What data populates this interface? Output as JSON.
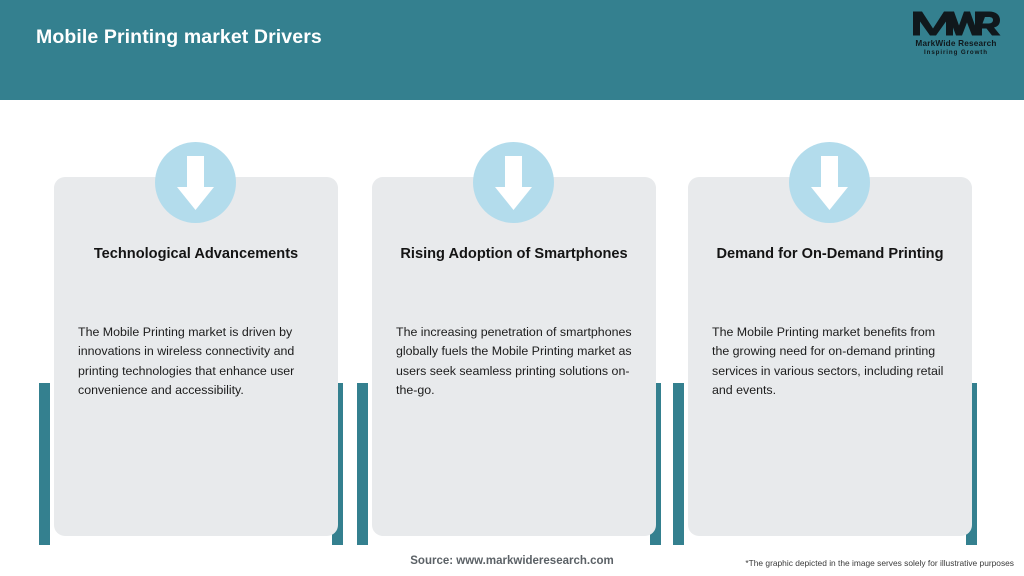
{
  "header": {
    "title": "Mobile Printing market Drivers",
    "bg_color": "#34808f",
    "title_color": "#ffffff"
  },
  "logo": {
    "mark": "MWR",
    "name": "MarkWide Research",
    "tagline": "Inspiring Growth",
    "icon": "mwr-logo-icon"
  },
  "theme": {
    "accent_teal": "#34808f",
    "card_bg": "#e8eaec",
    "icon_circle": "#b3dcec",
    "arrow_color": "#ffffff",
    "page_bg": "#ffffff"
  },
  "cards": [
    {
      "icon": "down-arrow-icon",
      "title": "Technological Advancements",
      "body": "The Mobile Printing market is driven by innovations in wireless connectivity and printing technologies that enhance user convenience and accessibility."
    },
    {
      "icon": "down-arrow-icon",
      "title": "Rising Adoption of Smartphones",
      "body": "The increasing penetration of smartphones globally fuels the Mobile Printing market as users seek seamless printing solutions on-the-go."
    },
    {
      "icon": "down-arrow-icon",
      "title": "Demand for On-Demand Printing",
      "body": "The Mobile Printing market benefits from the growing need for on-demand printing services in various sectors, including retail and events."
    }
  ],
  "footer": {
    "source": "Source: www.markwideresearch.com",
    "disclaimer": "*The graphic depicted in the image serves solely for illustrative purposes"
  }
}
